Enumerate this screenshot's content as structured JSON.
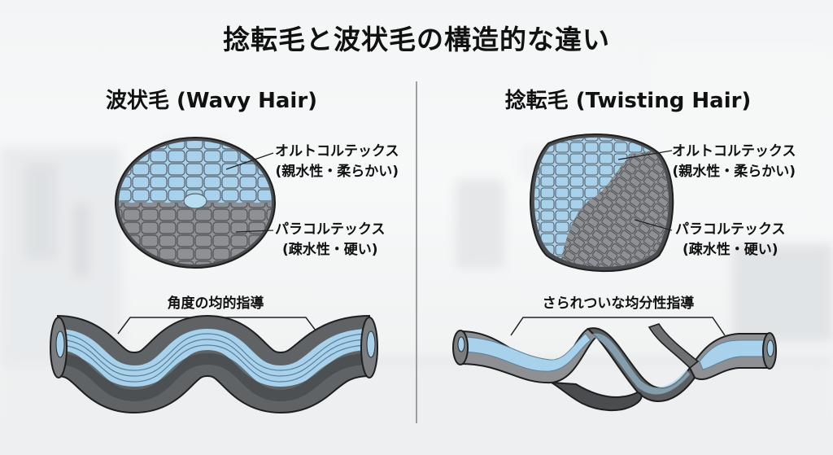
{
  "title": "捻転毛と波状毛の構造的な違い",
  "left": {
    "heading": "波状毛 (Wavy Hair)",
    "ortho_label": "オルトコルテックス",
    "ortho_sub": "(親水性・柔らかい)",
    "para_label": "パラコルテックス",
    "para_sub": "(疎水性・硬い)",
    "wave_label": "角度の均的指導"
  },
  "right": {
    "heading": "捻転毛 (Twisting Hair)",
    "ortho_label": "オルトコルテックス",
    "ortho_sub": "(親水性・柔らかい)",
    "para_label": "パラコルテックス",
    "para_sub": "(疎水性・硬い)",
    "wave_label": "さられついな均分性指導"
  },
  "colors": {
    "ortho": "#a8d2ec",
    "para": "#8e9093",
    "outline": "#2a2a2a",
    "cell_line": "#5a6168"
  }
}
